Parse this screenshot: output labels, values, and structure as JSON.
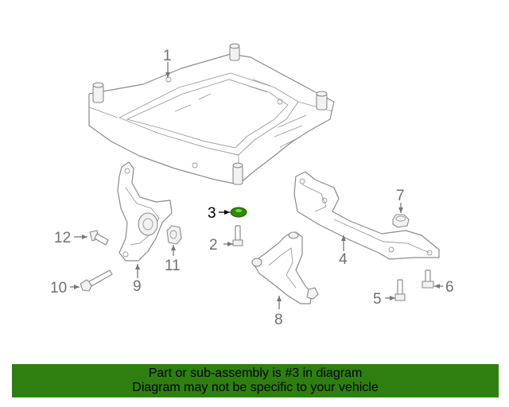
{
  "callouts": [
    {
      "id": "1",
      "label": "1"
    },
    {
      "id": "2",
      "label": "2"
    },
    {
      "id": "3",
      "label": "3"
    },
    {
      "id": "4",
      "label": "4"
    },
    {
      "id": "5",
      "label": "5"
    },
    {
      "id": "6",
      "label": "6"
    },
    {
      "id": "7",
      "label": "7"
    },
    {
      "id": "8",
      "label": "8"
    },
    {
      "id": "9",
      "label": "9"
    },
    {
      "id": "10",
      "label": "10"
    },
    {
      "id": "11",
      "label": "11"
    },
    {
      "id": "12",
      "label": "12"
    }
  ],
  "highlight": {
    "part": "3",
    "color": "#2e8b00"
  },
  "banner": {
    "line1": "Part or sub-assembly is #3 in diagram",
    "line2": "Diagram may not be specific to your vehicle",
    "color": "#2e7f0f"
  }
}
